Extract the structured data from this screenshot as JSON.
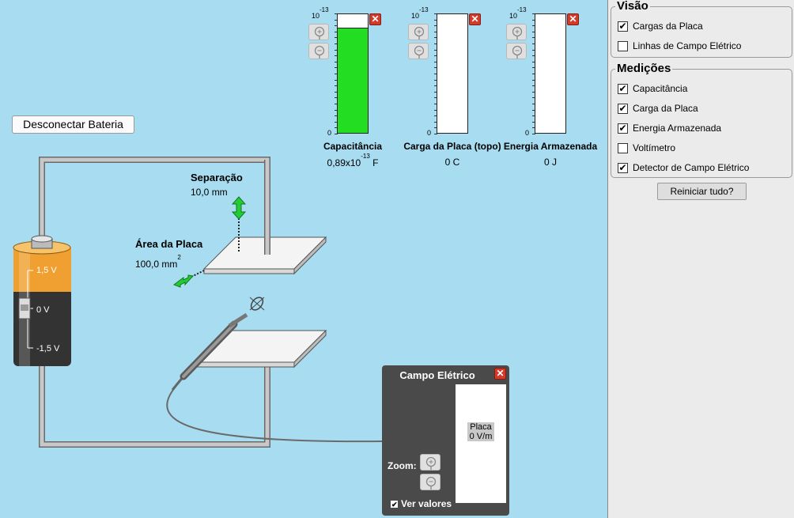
{
  "controls": {
    "disconnect_label": "Desconectar Bateria"
  },
  "meters": [
    {
      "scale_top": "10",
      "scale_exp": "-13",
      "scale_zero": "0",
      "label": "Capacitância",
      "value": "0,89x10",
      "value_exp": "-13",
      "value_unit": " F",
      "fill_fraction": 0.89
    },
    {
      "scale_top": "10",
      "scale_exp": "-13",
      "scale_zero": "0",
      "label": "Carga da Placa (topo)",
      "value": "0 C",
      "fill_fraction": 0
    },
    {
      "scale_top": "10",
      "scale_exp": "-13",
      "scale_zero": "0",
      "label": "Energia Armazenada",
      "value": "0 J",
      "fill_fraction": 0
    }
  ],
  "scene": {
    "separation_label": "Separação",
    "separation_value": "10,0 mm",
    "area_label": "Área da Placa",
    "area_value": "100,0 mm",
    "area_exp": "2",
    "battery_top": "1,5 V",
    "battery_mid": "0 V",
    "battery_bottom": "-1,5 V"
  },
  "efield": {
    "title": "Campo Elétrico",
    "readout_line1": "Placa",
    "readout_line2": "0 V/m",
    "zoom_label": "Zoom:",
    "show_values_label": "Ver valores",
    "show_values_checked": true
  },
  "panel": {
    "view_title": "Visão",
    "view_items": [
      {
        "label": "Cargas da Placa",
        "checked": true
      },
      {
        "label": "Linhas de Campo Elétrico",
        "checked": false
      }
    ],
    "meas_title": "Medições",
    "meas_items": [
      {
        "label": "Capacitância",
        "checked": true
      },
      {
        "label": "Carga da Placa",
        "checked": true
      },
      {
        "label": "Energia Armazenada",
        "checked": true
      },
      {
        "label": "Voltímetro",
        "checked": false
      },
      {
        "label": "Detector de Campo Elétrico",
        "checked": true
      }
    ],
    "reset_label": "Reiniciar tudo?"
  },
  "colors": {
    "background": "#a8dcf0",
    "meter_fill": "#22dd22",
    "close_red": "#d23a2a",
    "wire": "#bcbcbc",
    "arrow_green": "#22cc33"
  },
  "icons": [
    "close-icon",
    "zoom-in-icon",
    "zoom-out-icon",
    "checkmark-icon",
    "double-arrow-icon"
  ]
}
